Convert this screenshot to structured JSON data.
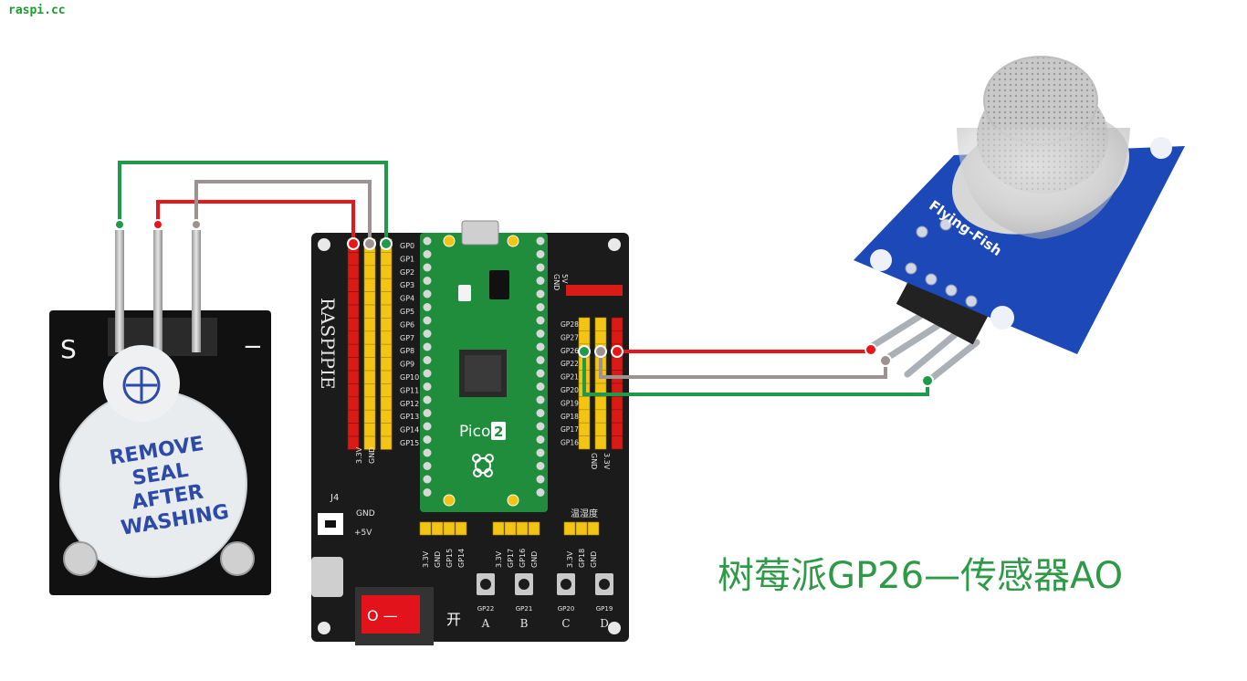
{
  "watermark": "raspi.cc",
  "caption": "树莓派GP26—传感器AO",
  "buzzer_module": {
    "pin_left_label": "S",
    "pin_right_label": "−",
    "seal_text": [
      "REMOVE",
      "SEAL",
      "AFTER",
      "WASHING"
    ]
  },
  "raspipie_board": {
    "brand": "RASPIPIE",
    "pico_label": "Pico",
    "pico_version": "2",
    "left_header_pins": [
      "GP0",
      "GP1",
      "GP2",
      "GP3",
      "GP4",
      "GP5",
      "GP6",
      "GP7",
      "GP8",
      "GP9",
      "GP10",
      "GP11",
      "GP12",
      "GP13",
      "GP14",
      "GP15"
    ],
    "left_header_power": [
      "3.3V",
      "GND"
    ],
    "right_header_pins": [
      "GP28",
      "GP27",
      "GP26",
      "GP22",
      "GP21",
      "GP20",
      "GP19",
      "GP18",
      "GP17",
      "GP16"
    ],
    "right_header_power": [
      "GND",
      "3.3V"
    ],
    "top_right_header": [
      "GND",
      "5V"
    ],
    "connector_j4": "J4",
    "gnd_label": "GND",
    "v5_label": "+5V",
    "switch_label": "O —",
    "switch_on_text": "开",
    "temp_humidity_label": "温湿度",
    "bottom_headers": [
      [
        "3.3V",
        "GND",
        "GP15",
        "GP14"
      ],
      [
        "3.3V",
        "GP17",
        "GP16",
        "GND"
      ],
      [
        "3.3V",
        "GP18",
        "GND"
      ]
    ],
    "buttons": [
      {
        "gpio": "GP22",
        "letter": "A"
      },
      {
        "gpio": "GP21",
        "letter": "B"
      },
      {
        "gpio": "GP20",
        "letter": "C"
      },
      {
        "gpio": "GP19",
        "letter": "D"
      }
    ]
  },
  "gas_sensor": {
    "brand": "Flying-Fish"
  },
  "colors": {
    "wire_red": "#e8151b",
    "wire_gray": "#9c9291",
    "wire_green": "#1f9a4a",
    "board_black": "#1b1b1b",
    "pico_green": "#1f8d3c",
    "header_red": "#d91b16",
    "header_yellow": "#f3c413",
    "sensor_blue": "#1d49b8",
    "caption_green": "#2e9a48"
  }
}
